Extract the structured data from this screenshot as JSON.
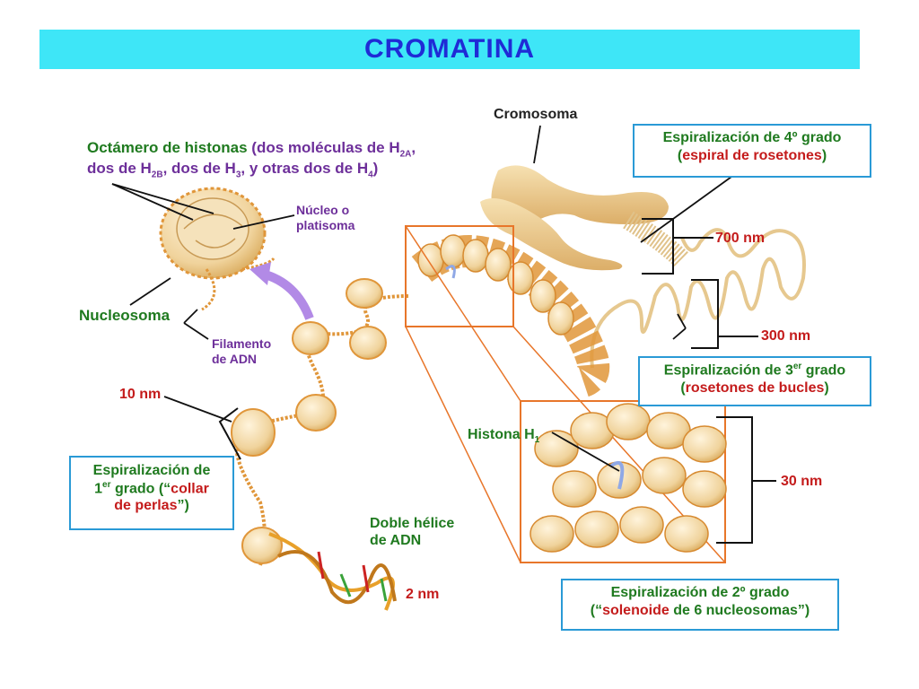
{
  "title": "CROMATINA",
  "labels": {
    "octamer_line1_a": "Octámero de histonas",
    "octamer_line1_b": " (dos moléculas de H",
    "octamer_line1_sub": "2A",
    "octamer_line1_c": ",",
    "octamer_line2_a": "dos de H",
    "octamer_line2_sub1": "2B",
    "octamer_line2_b": ", dos de H",
    "octamer_line2_sub2": "3",
    "octamer_line2_c": ", y otras dos de H",
    "octamer_line2_sub3": "4",
    "octamer_line2_d": ")",
    "nucleo_line1": "Núcleo o",
    "nucleo_line2": "platisoma",
    "nucleosoma": "Nucleosoma",
    "filamento_line1": "Filamento",
    "filamento_line2": "de ADN",
    "nm10": "10 nm",
    "cromosoma": "Cromosoma",
    "nm700": "700 nm",
    "nm300": "300 nm",
    "histona_h1_a": "Histona H",
    "histona_h1_sub": "1",
    "nm30": "30 nm",
    "doble_line1": "Doble hélice",
    "doble_line2": "de ADN",
    "nm2": "2 nm"
  },
  "boxes": {
    "b4_line1": "Espiralización de 4º grado",
    "b4_line2_a": "(",
    "b4_line2_b": "espiral de rosetones",
    "b4_line2_c": ")",
    "b3_line1_a": "Espiralización de 3",
    "b3_line1_sup": "er",
    "b3_line1_b": " grado",
    "b3_line2_a": "(",
    "b3_line2_b": "rosetones de bucles",
    "b3_line2_c": ")",
    "b1_line1": "Espiralización de",
    "b1_line2_a": "1",
    "b1_line2_sup": "er",
    "b1_line2_b": " grado (“",
    "b1_line2_c": "collar",
    "b1_line3_a": "de perlas",
    "b1_line3_b": "”)",
    "b2_line1": "Espiralización de 2º grado",
    "b2_line2_a": "(“",
    "b2_line2_b": "solenoide",
    "b2_line2_c": " de 6 nucleosomas”)"
  },
  "colors": {
    "title_bg": "#3ee6f7",
    "title_text": "#1f2bd6",
    "green": "#1f7a1f",
    "purple": "#6d2f9a",
    "red": "#c41b1b",
    "box_border": "#2a9ad6",
    "orange": "#e8762a",
    "bead": "#f2d9a6"
  }
}
